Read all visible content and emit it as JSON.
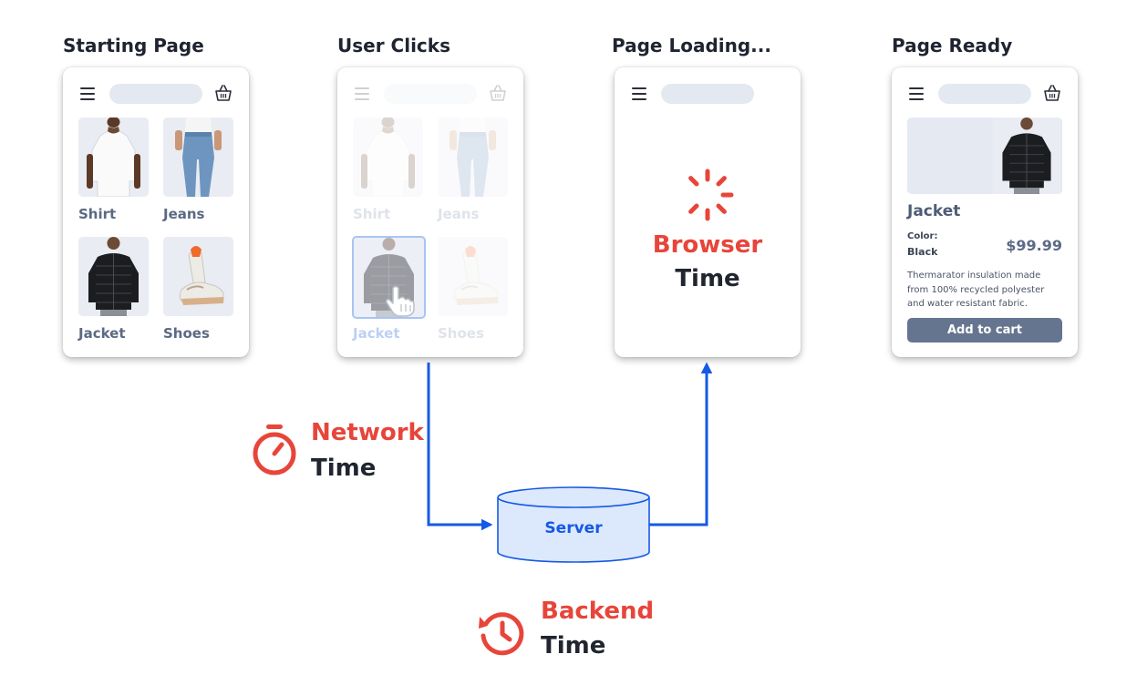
{
  "stages": {
    "starting": "Starting Page",
    "clicks": "User Clicks",
    "loading": "Page Loading...",
    "ready": "Page Ready"
  },
  "catalog": {
    "items": [
      {
        "label": "Shirt"
      },
      {
        "label": "Jeans"
      },
      {
        "label": "Jacket"
      },
      {
        "label": "Shoes"
      }
    ]
  },
  "product": {
    "name": "Jacket",
    "color_label": "Color:",
    "color_value": "Black",
    "price": "$99.99",
    "description": "Thermarator insulation made from 100% recycled polyester and water resistant fabric.",
    "cta": "Add to cart"
  },
  "metrics": {
    "browser": {
      "primary": "Browser",
      "secondary": "Time"
    },
    "network": {
      "primary": "Network",
      "secondary": "Time"
    },
    "backend": {
      "primary": "Backend",
      "secondary": "Time"
    }
  },
  "server": {
    "label": "Server"
  },
  "colors": {
    "accent_red": "#e8453a",
    "flow_blue": "#1559e6",
    "server_fill": "#dce8fb",
    "tile_bg": "#e5e9f2",
    "button": "#66758f"
  },
  "icons": [
    "menu-icon",
    "basket-icon",
    "pointer-hand-icon",
    "loading-spinner-icon",
    "stopwatch-icon",
    "history-clock-icon"
  ]
}
